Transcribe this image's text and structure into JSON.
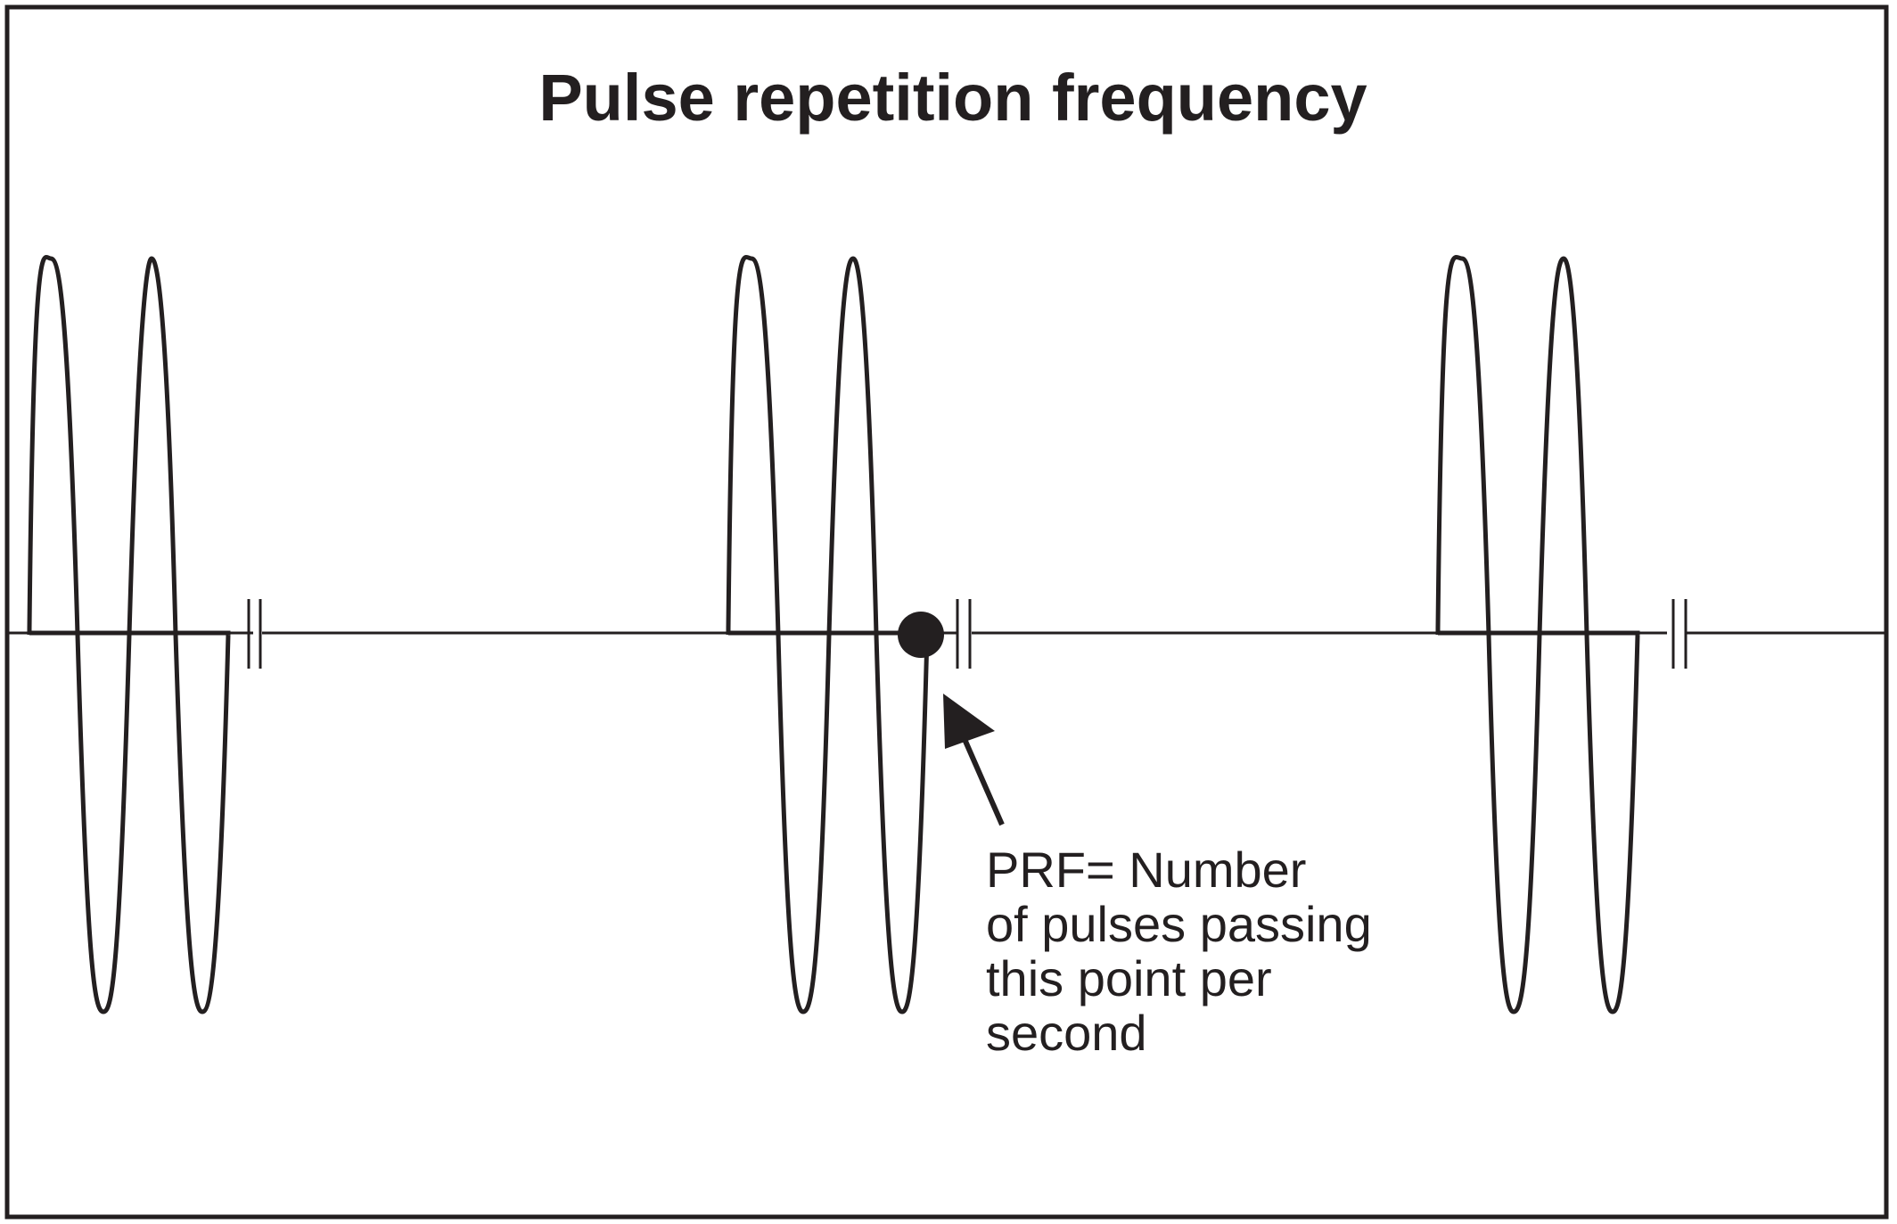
{
  "diagram": {
    "title": "Pulse repetition frequency",
    "annotation_lines": [
      "PRF= Number",
      "of pulses passing",
      "this point per",
      "second"
    ],
    "pulse_count": 3,
    "cycles_per_pulse": 2,
    "colors": {
      "ink": "#231f20",
      "background": "#ffffff"
    }
  }
}
